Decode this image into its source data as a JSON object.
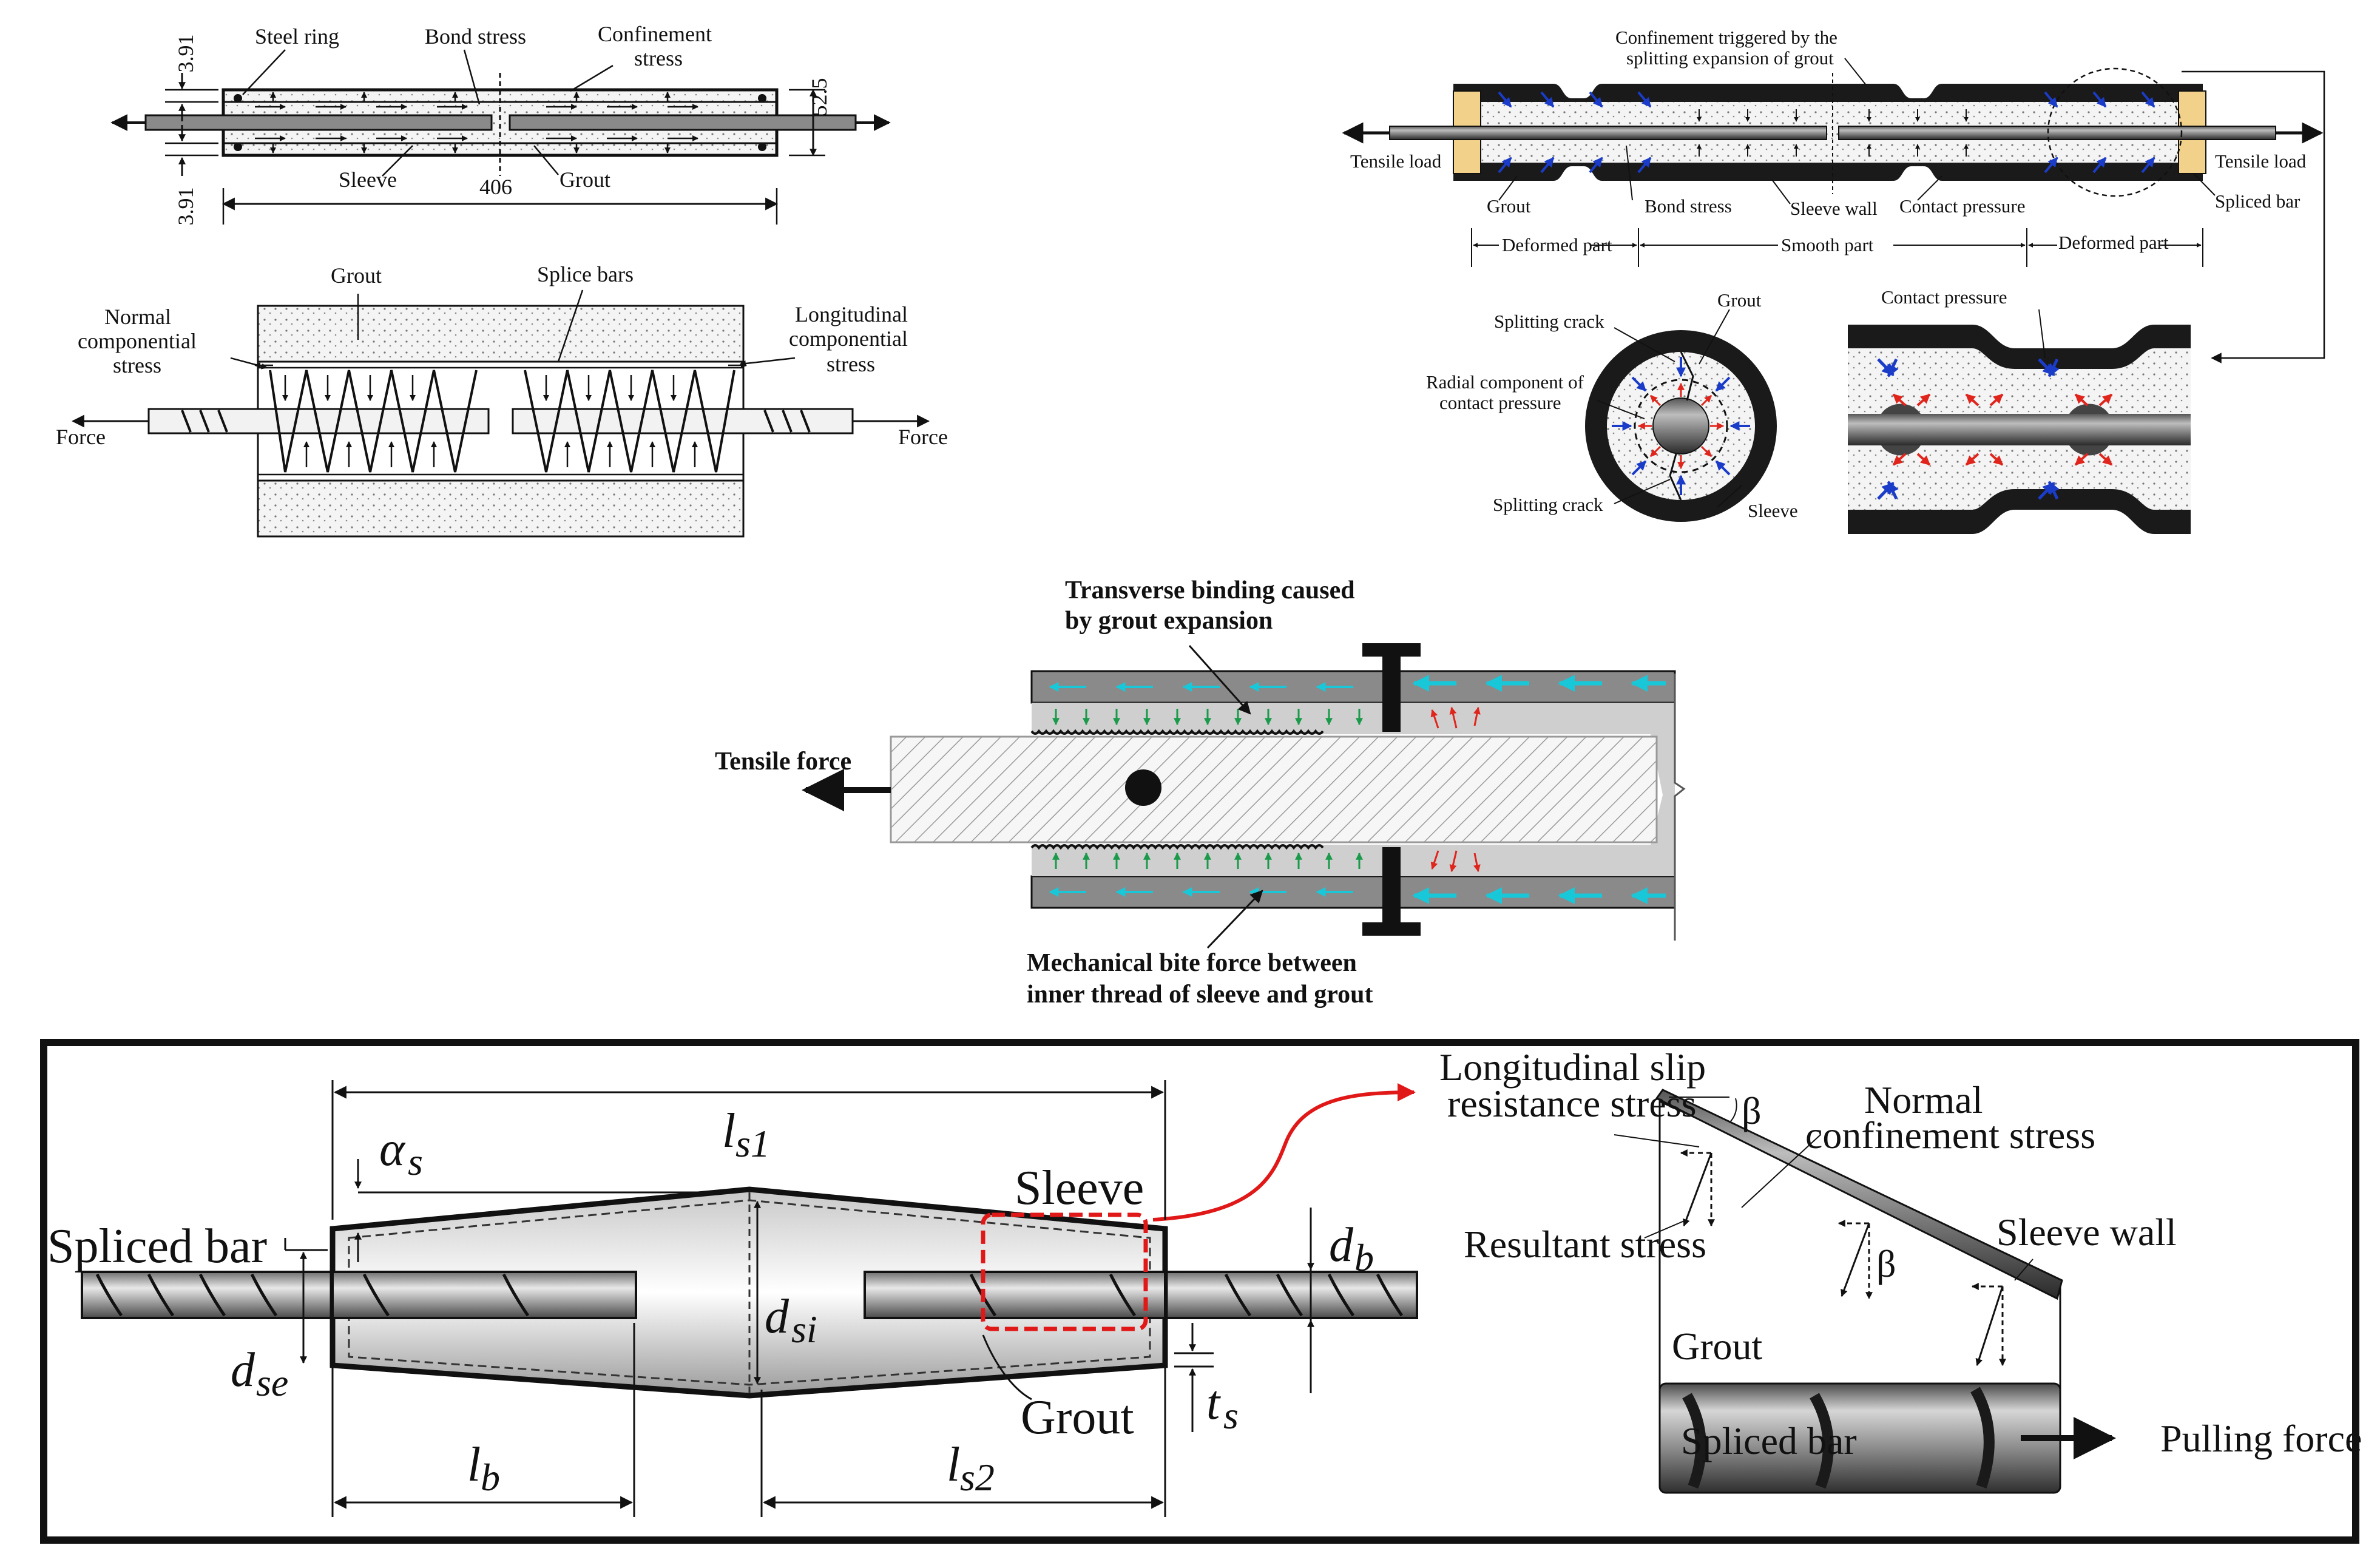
{
  "panel_a": {
    "labels": {
      "steel_ring": "Steel ring",
      "bond_stress": "Bond stress",
      "confinement_stress_1": "Confinement",
      "confinement_stress_2": "stress",
      "sleeve": "Sleeve",
      "grout": "Grout",
      "dim_406": "406",
      "dim_52_5": "52.5",
      "dim_3_91_top": "3.91",
      "dim_3_91_bottom": "3.91"
    }
  },
  "panel_b": {
    "labels": {
      "grout": "Grout",
      "splice_bars": "Splice bars",
      "normal_1": "Normal",
      "normal_2": "componential",
      "normal_3": "stress",
      "long_1": "Longitudinal",
      "long_2": "componential",
      "long_3": "stress",
      "force_left": "Force",
      "force_right": "Force"
    }
  },
  "panel_c": {
    "labels": {
      "confinement_1": "Confinement triggered by the",
      "confinement_2": "splitting expansion of grout",
      "tensile_load_left": "Tensile load",
      "tensile_load_right": "Tensile load",
      "grout": "Grout",
      "bond_stress": "Bond stress",
      "sleeve_wall": "Sleeve wall",
      "contact_pressure": "Contact pressure",
      "spliced_bar": "Spliced bar",
      "deformed_part_left": "Deformed part",
      "smooth_part": "Smooth part",
      "deformed_part_right": "Deformed part",
      "splitting_crack_top": "Splitting crack",
      "grout_section": "Grout",
      "radial_1": "Radial component of",
      "radial_2": "contact pressure",
      "splitting_crack_bottom": "Splitting crack",
      "sleeve_section": "Sleeve",
      "contact_pressure_detail": "Contact pressure"
    }
  },
  "panel_d": {
    "labels": {
      "transverse_1": "Transverse binding caused",
      "transverse_2": "by grout expansion",
      "tensile_force": "Tensile force",
      "mechanical_1": "Mechanical bite force between",
      "mechanical_2": "inner thread of sleeve and grout"
    }
  },
  "panel_e": {
    "labels": {
      "ls1_main": "l",
      "ls1_sub": "s1",
      "alpha_main": "α",
      "alpha_sub": "s",
      "sleeve": "Sleeve",
      "spliced_bar": "Spliced bar",
      "db_main": "d",
      "db_sub": "b",
      "dsi_main": "d",
      "dsi_sub": "si",
      "dse_main": "d",
      "dse_sub": "se",
      "grout": "Grout",
      "ts_main": "t",
      "ts_sub": "s",
      "lb_main": "l",
      "lb_sub": "b",
      "ls2_main": "l",
      "ls2_sub": "s2"
    }
  },
  "panel_f": {
    "labels": {
      "long_slip_1": "Longitudinal slip",
      "long_slip_2": "resistance stress",
      "beta_top": "β",
      "normal_1": "Normal",
      "normal_2": "confinement stress",
      "resultant": "Resultant stress",
      "beta_mid": "β",
      "sleeve_wall": "Sleeve wall",
      "grout": "Grout",
      "spliced_bar": "Spliced bar",
      "pulling_force": "Pulling force"
    }
  },
  "colors": {
    "ink": "#111111",
    "grout_fill": "#e9e9e9",
    "sleeve_dark": "#1a1a1a",
    "rubber_tan": "#f2d28a",
    "arrow_blue": "#1a3cc8",
    "arrow_red": "#e0251c",
    "arrow_cyan": "#18c8d8",
    "arrow_green": "#1a9a4a",
    "highlight_red": "#e01818"
  }
}
